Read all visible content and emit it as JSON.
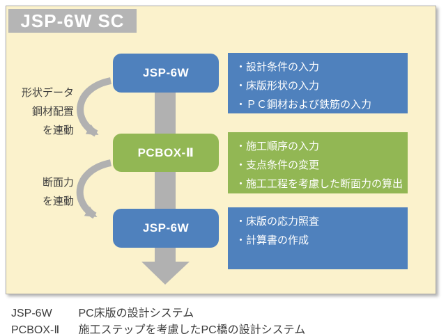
{
  "title": {
    "label": "JSP-6W SC"
  },
  "colors": {
    "panel_background": "#FBF2CC",
    "blue_box": "#4F81BD",
    "green_box": "#92B754",
    "arrow_gray": "#B1B1B1",
    "title_background": "#B5B5B5"
  },
  "flow": {
    "nodes": [
      {
        "label": "JSP-6W"
      },
      {
        "label": "PCBOX-Ⅱ"
      },
      {
        "label": "JSP-6W"
      }
    ],
    "details": [
      {
        "lines": [
          "・設計条件の入力",
          "・床版形状の入力",
          "・ＰＣ鋼材および鉄筋の入力"
        ]
      },
      {
        "lines": [
          "・施工順序の入力",
          "・支点条件の変更",
          "・施工工程を考慮した断面力の算出"
        ]
      },
      {
        "lines": [
          "・床版の応力照査",
          "・計算書の作成"
        ]
      }
    ],
    "link_labels": [
      {
        "lines": [
          "形状データ",
          "鋼材配置",
          "を連動"
        ]
      },
      {
        "lines": [
          "断面力",
          "を連動"
        ]
      }
    ]
  },
  "legend": {
    "rows": [
      {
        "term": "JSP-6W",
        "desc": "PC床版の設計システム"
      },
      {
        "term": "PCBOX-Ⅱ",
        "desc": "施工ステップを考慮したPC橋の設計システム"
      }
    ]
  }
}
